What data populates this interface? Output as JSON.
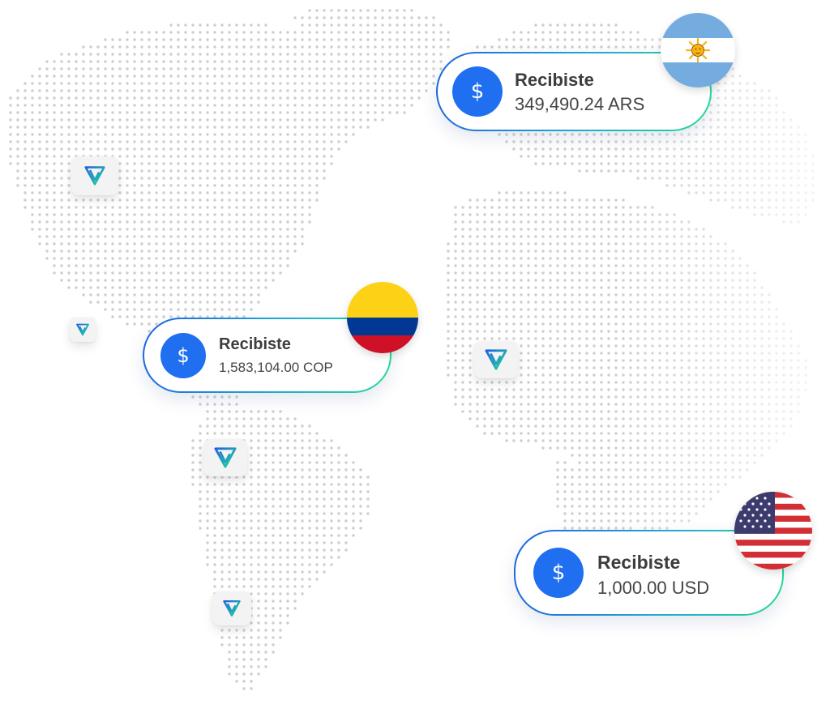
{
  "map": {
    "dot_color": "#c6c6c6"
  },
  "pins": {
    "icon": "vemo-logo-icon",
    "color_left": "#1e63e0",
    "color_right": "#26d99a"
  },
  "cards": [
    {
      "title": "Recibiste",
      "amount": "349,490.24 ARS",
      "flag": "flag-argentina-icon",
      "coin_symbol": "$"
    },
    {
      "title": "Recibiste",
      "amount": "1,583,104.00 COP",
      "flag": "flag-colombia-icon",
      "coin_symbol": "$"
    },
    {
      "title": "Recibiste",
      "amount": "1,000.00 USD",
      "flag": "flag-usa-icon",
      "coin_symbol": "$"
    }
  ],
  "colors": {
    "coin": "#1f6ff0",
    "border_start": "#1e63e0",
    "border_end": "#26d99a",
    "argentina_blue": "#74acdf",
    "colombia_yellow": "#fcd116",
    "colombia_blue": "#003893",
    "colombia_red": "#ce1126",
    "usa_red": "#d22f35",
    "usa_blue": "#3c3b6e"
  }
}
